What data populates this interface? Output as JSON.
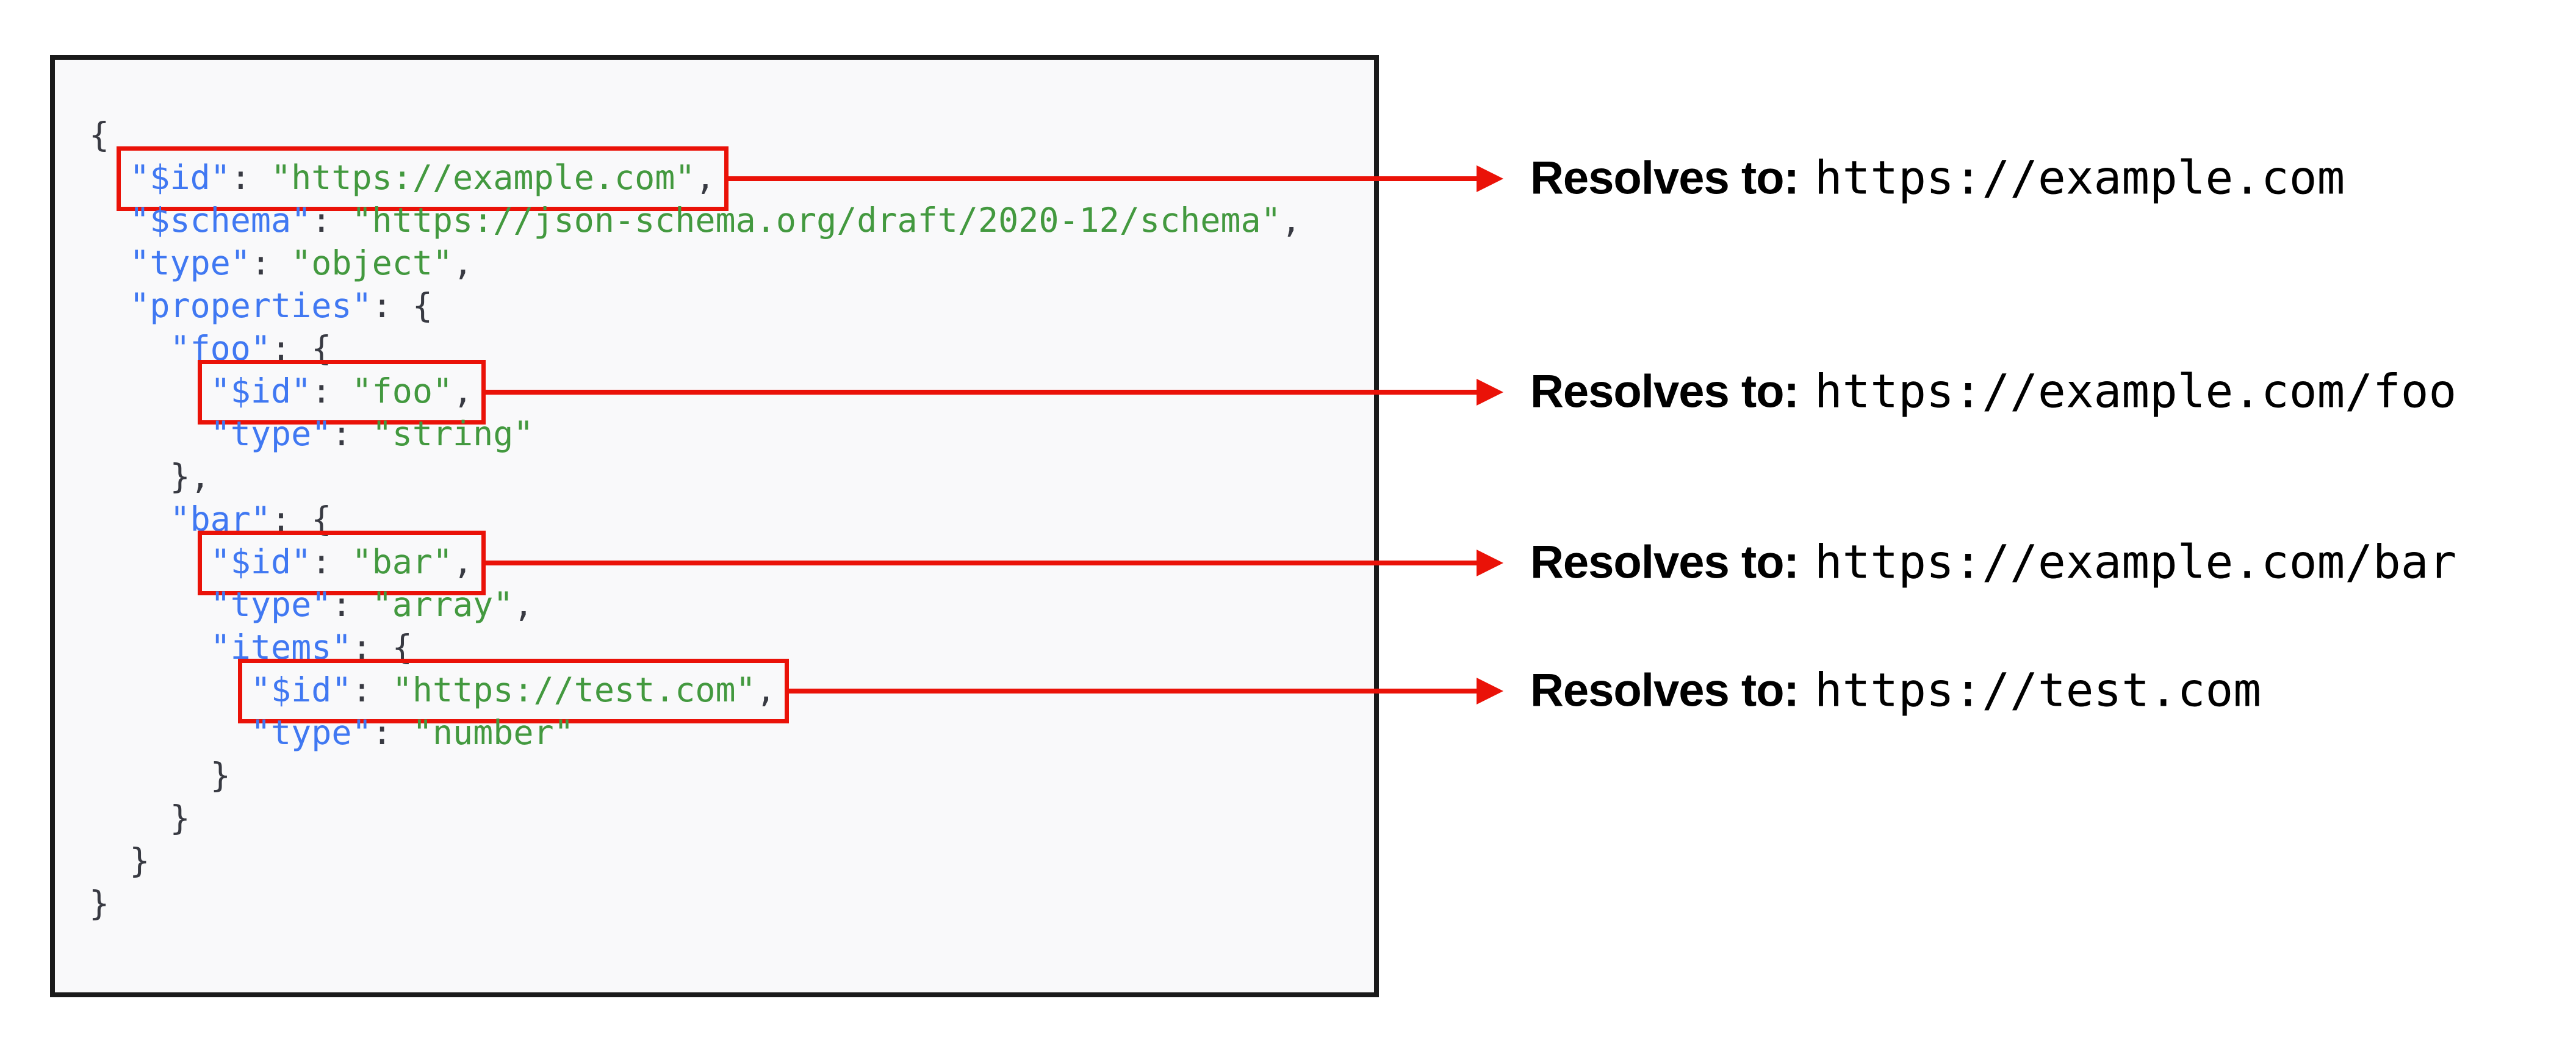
{
  "colors": {
    "accent_red": "#ea1208",
    "key_blue": "#4078f2",
    "string_green": "#43993f",
    "punctuation": "#383a42",
    "panel_background": "#f9f9fa",
    "panel_border": "#1a1a1a",
    "annotation_text": "#000000"
  },
  "code": {
    "language": "json",
    "lines": [
      {
        "indent": "",
        "segments": [
          {
            "type": "punct",
            "text": "{"
          }
        ]
      },
      {
        "indent": "  ",
        "hl": 0,
        "segments": [
          {
            "type": "key",
            "text": "\"$id\""
          },
          {
            "type": "punct",
            "text": ": "
          },
          {
            "type": "string",
            "text": "\"https://example.com\""
          },
          {
            "type": "punct",
            "text": ","
          }
        ]
      },
      {
        "indent": "  ",
        "segments": [
          {
            "type": "key",
            "text": "\"$schema\""
          },
          {
            "type": "punct",
            "text": ": "
          },
          {
            "type": "string",
            "text": "\"https://json-schema.org/draft/2020-12/schema\""
          },
          {
            "type": "punct",
            "text": ","
          }
        ]
      },
      {
        "indent": "  ",
        "segments": [
          {
            "type": "key",
            "text": "\"type\""
          },
          {
            "type": "punct",
            "text": ": "
          },
          {
            "type": "string",
            "text": "\"object\""
          },
          {
            "type": "punct",
            "text": ","
          }
        ]
      },
      {
        "indent": "  ",
        "segments": [
          {
            "type": "key",
            "text": "\"properties\""
          },
          {
            "type": "punct",
            "text": ": {"
          }
        ]
      },
      {
        "indent": "    ",
        "segments": [
          {
            "type": "key",
            "text": "\"foo\""
          },
          {
            "type": "punct",
            "text": ": {"
          }
        ]
      },
      {
        "indent": "      ",
        "hl": 1,
        "segments": [
          {
            "type": "key",
            "text": "\"$id\""
          },
          {
            "type": "punct",
            "text": ": "
          },
          {
            "type": "string",
            "text": "\"foo\""
          },
          {
            "type": "punct",
            "text": ","
          }
        ]
      },
      {
        "indent": "      ",
        "segments": [
          {
            "type": "key",
            "text": "\"type\""
          },
          {
            "type": "punct",
            "text": ": "
          },
          {
            "type": "string",
            "text": "\"string\""
          }
        ]
      },
      {
        "indent": "    ",
        "segments": [
          {
            "type": "punct",
            "text": "},"
          }
        ]
      },
      {
        "indent": "    ",
        "segments": [
          {
            "type": "key",
            "text": "\"bar\""
          },
          {
            "type": "punct",
            "text": ": {"
          }
        ]
      },
      {
        "indent": "      ",
        "hl": 2,
        "segments": [
          {
            "type": "key",
            "text": "\"$id\""
          },
          {
            "type": "punct",
            "text": ": "
          },
          {
            "type": "string",
            "text": "\"bar\""
          },
          {
            "type": "punct",
            "text": ","
          }
        ]
      },
      {
        "indent": "      ",
        "segments": [
          {
            "type": "key",
            "text": "\"type\""
          },
          {
            "type": "punct",
            "text": ": "
          },
          {
            "type": "string",
            "text": "\"array\""
          },
          {
            "type": "punct",
            "text": ","
          }
        ]
      },
      {
        "indent": "      ",
        "segments": [
          {
            "type": "key",
            "text": "\"items\""
          },
          {
            "type": "punct",
            "text": ": {"
          }
        ]
      },
      {
        "indent": "        ",
        "hl": 3,
        "segments": [
          {
            "type": "key",
            "text": "\"$id\""
          },
          {
            "type": "punct",
            "text": ": "
          },
          {
            "type": "string",
            "text": "\"https://test.com\""
          },
          {
            "type": "punct",
            "text": ","
          }
        ]
      },
      {
        "indent": "        ",
        "segments": [
          {
            "type": "key",
            "text": "\"type\""
          },
          {
            "type": "punct",
            "text": ": "
          },
          {
            "type": "string",
            "text": "\"number\""
          }
        ]
      },
      {
        "indent": "      ",
        "segments": [
          {
            "type": "punct",
            "text": "}"
          }
        ]
      },
      {
        "indent": "    ",
        "segments": [
          {
            "type": "punct",
            "text": "}"
          }
        ]
      },
      {
        "indent": "  ",
        "segments": [
          {
            "type": "punct",
            "text": "}"
          }
        ]
      },
      {
        "indent": "",
        "segments": [
          {
            "type": "punct",
            "text": "}"
          }
        ]
      }
    ]
  },
  "annotations": [
    {
      "label": "Resolves to:",
      "value": "https://example.com"
    },
    {
      "label": "Resolves to:",
      "value": "https://example.com/foo"
    },
    {
      "label": "Resolves to:",
      "value": "https://example.com/bar"
    },
    {
      "label": "Resolves to:",
      "value": "https://test.com"
    }
  ]
}
